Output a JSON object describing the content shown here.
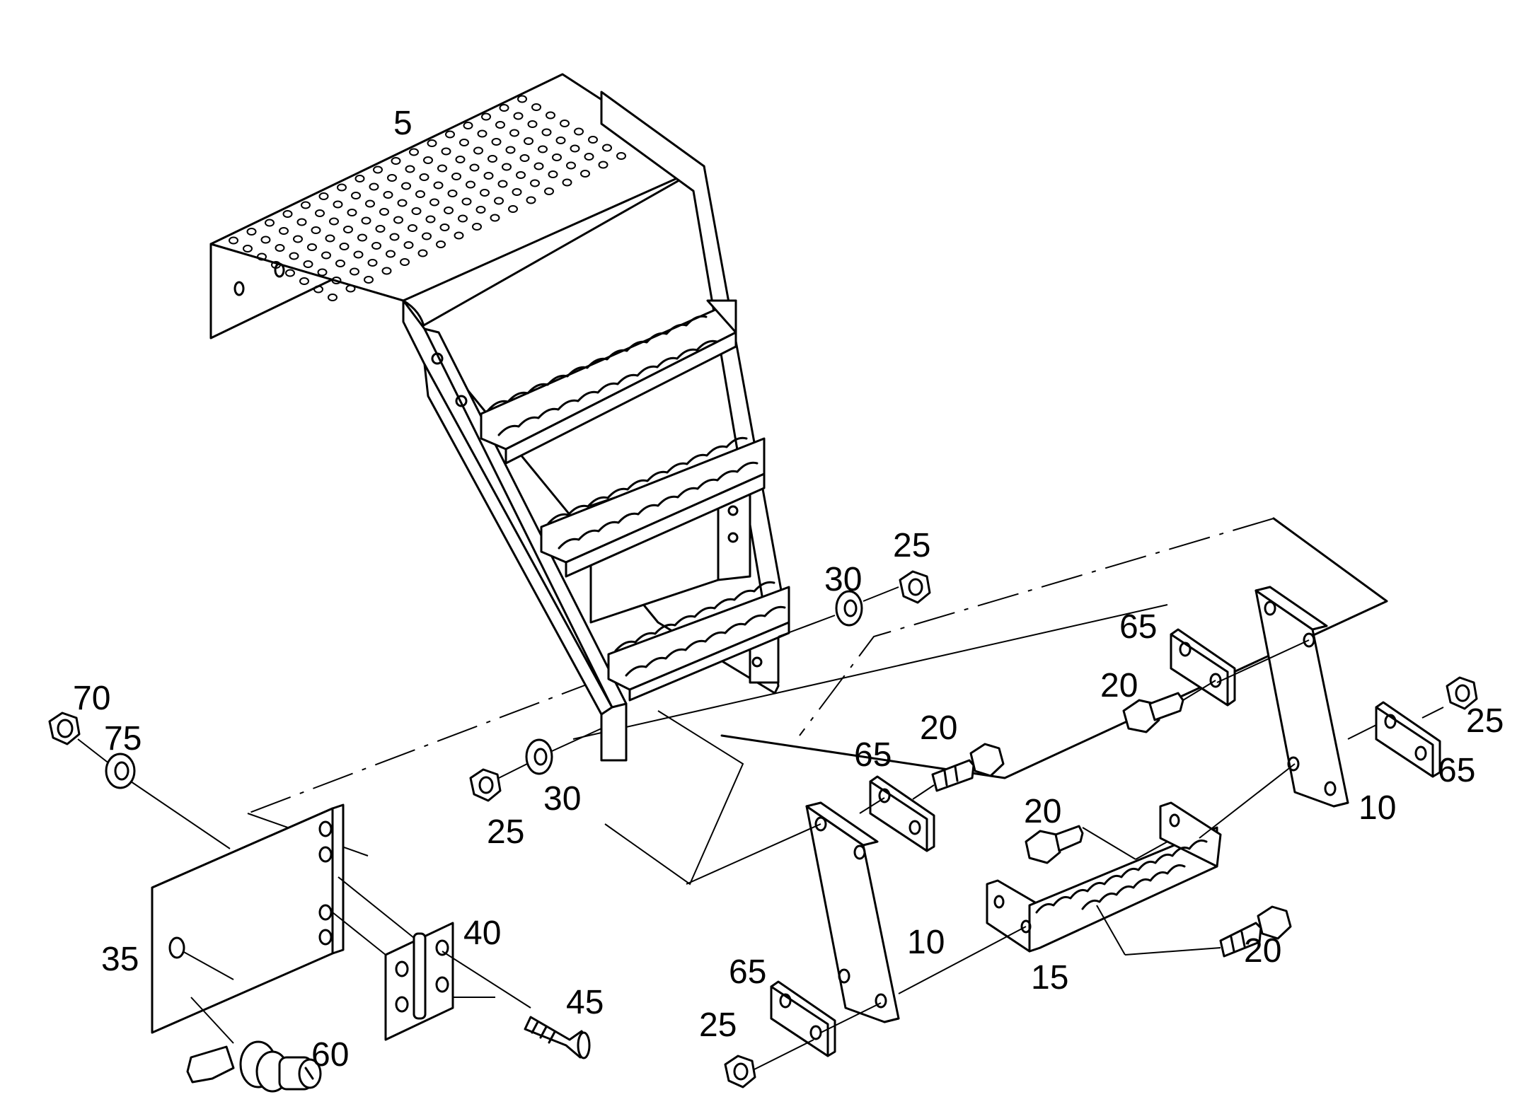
{
  "callouts": {
    "c5": "5",
    "c25_top": "25",
    "c30_top": "30",
    "c65_top": "65",
    "c20_top": "20",
    "c25_right": "25",
    "c65_right": "65",
    "c10_right": "10",
    "c70": "70",
    "c75": "75",
    "c25_mid": "25",
    "c30_mid": "30",
    "c20_mid": "20",
    "c65_mid": "65",
    "c20_low": "20",
    "c15": "15",
    "c20_bottom": "20",
    "c10_left": "10",
    "c65_bottom": "65",
    "c25_bottom": "25",
    "c35": "35",
    "c40": "40",
    "c45": "45",
    "c60": "60"
  }
}
